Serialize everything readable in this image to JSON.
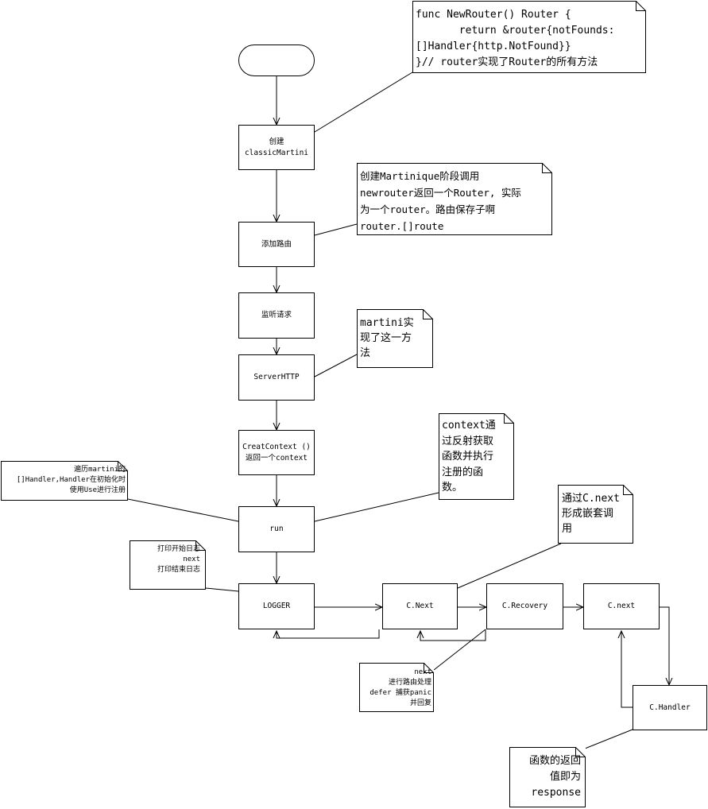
{
  "start": {},
  "steps": {
    "create": "创建\nclassicMartini",
    "add_route": "添加路由",
    "listen": "监听请求",
    "serve": "ServerHTTP",
    "context": "CreatContext ()\n返回一个context",
    "run": "run",
    "logger": "LOGGER",
    "c_next": "C.Next",
    "c_recovery": "C.Recovery",
    "c_next2": "C.next",
    "c_handler": "C.Handler"
  },
  "notes": {
    "new_router": "func NewRouter() Router {\n       return &router{notFounds:\n[]Handler{http.NotFound}}\n}// router实现了Router的所有方法",
    "martinique": "创建Martinique阶段调用\nnewrouter返回一个Router, 实际\n为一个router。路由保存子啊\nrouter.[]route",
    "martini_impl": "martini实\n现了这一方\n法",
    "context_reflect": "context通\n过反射获取\n函数并执行\n注册的函\n数。",
    "nested": "通过C.next\n形成嵌套调\n用",
    "handlers": "遍历martini的\n[]Handler,Handler在初始化时\n使用Use进行注册",
    "log": "打印开始日志\nnext\n打印结束日志",
    "recovery": "next\n进行路由处理\ndefer 捕获panic\n并回复",
    "response": "函数的返回\n值即为\nresponse"
  }
}
